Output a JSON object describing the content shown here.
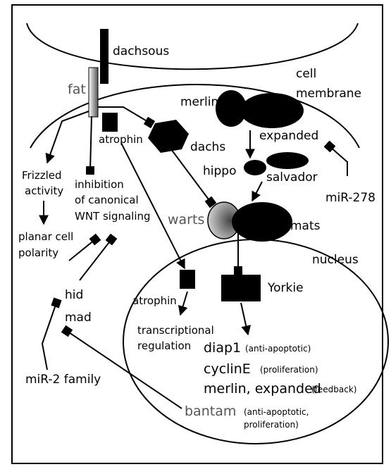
{
  "labels": {
    "dachsous": "dachsous",
    "fat": "fat",
    "cell_membrane_1": "cell",
    "cell_membrane_2": "membrane",
    "merlin": "merlin",
    "expanded": "expanded",
    "atrophin_top": "atrophin",
    "dachs": "dachs",
    "hippo": "hippo",
    "salvador": "salvador",
    "mir278": "miR-278",
    "frizzled_1": "Frizzled",
    "frizzled_2": "activity",
    "inhib_1": "inhibition",
    "inhib_2": "of canonical",
    "inhib_3": "WNT signaling",
    "warts": "warts",
    "mats": "mats",
    "planar_1": "planar cell",
    "planar_2": "polarity",
    "nucleus": "nucleus",
    "hid": "hid",
    "mad": "mad",
    "atrophin_nuc": "atrophin",
    "yorkie": "Yorkie",
    "transcr_1": "transcriptional",
    "transcr_2": "regulation",
    "diap1": "diap1",
    "diap1_note": "(anti-apoptotic)",
    "cycline": "cyclinE",
    "cycline_note": "(proliferation)",
    "merlin_expanded": "merlin, expanded",
    "merlin_expanded_note": "(feedback)",
    "mir2": "miR-2 family",
    "bantam": "bantam",
    "bantam_note_1": "(anti-apoptotic,",
    "bantam_note_2": "proliferation)"
  }
}
